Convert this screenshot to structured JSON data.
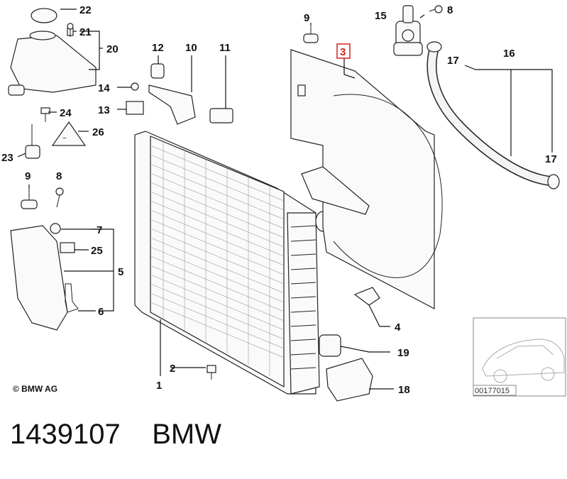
{
  "callouts": [
    {
      "id": "c22",
      "text": "22"
    },
    {
      "id": "c21",
      "text": "21"
    },
    {
      "id": "c20",
      "text": "20"
    },
    {
      "id": "c24",
      "text": "24"
    },
    {
      "id": "c26",
      "text": "26"
    },
    {
      "id": "c23",
      "text": "23"
    },
    {
      "id": "c9a",
      "text": "9"
    },
    {
      "id": "c8a",
      "text": "8"
    },
    {
      "id": "c7",
      "text": "7"
    },
    {
      "id": "c25",
      "text": "25"
    },
    {
      "id": "c5",
      "text": "5"
    },
    {
      "id": "c6",
      "text": "6"
    },
    {
      "id": "c12",
      "text": "12"
    },
    {
      "id": "c10",
      "text": "10"
    },
    {
      "id": "c11",
      "text": "11"
    },
    {
      "id": "c14",
      "text": "14"
    },
    {
      "id": "c13",
      "text": "13"
    },
    {
      "id": "c9b",
      "text": "9"
    },
    {
      "id": "c3",
      "text": "3"
    },
    {
      "id": "c15",
      "text": "15"
    },
    {
      "id": "c8b",
      "text": "8"
    },
    {
      "id": "c16",
      "text": "16"
    },
    {
      "id": "c17a",
      "text": "17"
    },
    {
      "id": "c17b",
      "text": "17"
    },
    {
      "id": "c4",
      "text": "4"
    },
    {
      "id": "c19",
      "text": "19"
    },
    {
      "id": "c18",
      "text": "18"
    },
    {
      "id": "c2",
      "text": "2"
    },
    {
      "id": "c1",
      "text": "1"
    }
  ],
  "highlighted_callout": "3",
  "highlight_color": "#d42020",
  "copyright": "© BMW AG",
  "thumbnail_code": "00177015",
  "part_number": "1439107",
  "brand": "BMW"
}
